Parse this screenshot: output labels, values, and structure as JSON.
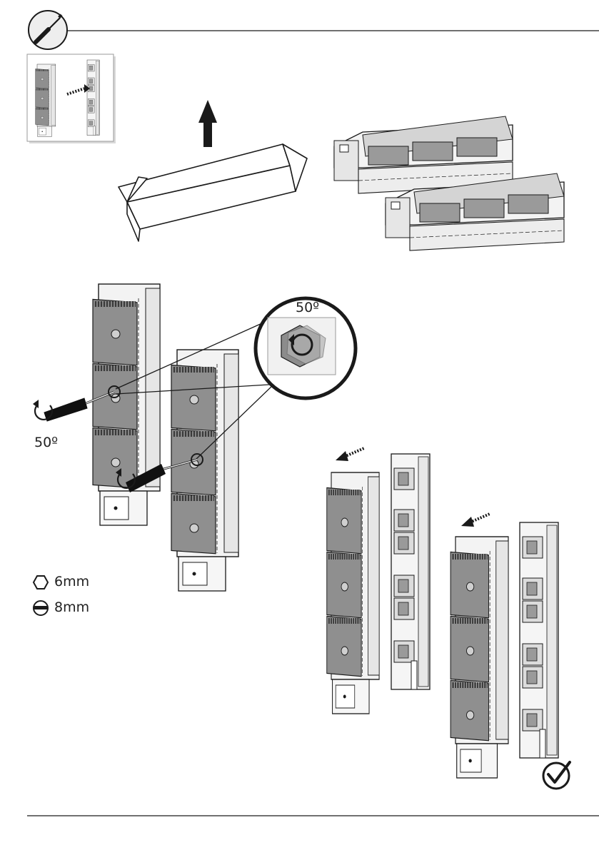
{
  "rotation_zoom_label": "50º",
  "rotation_handle_label": "50º",
  "tools": {
    "hex_size": "6mm",
    "slot_size": "8mm"
  },
  "icons": {
    "header_tool": "screwdriver-icon",
    "inset": "fuse-strip-assembly-thumbnail",
    "hex": "hex-key-icon",
    "slot": "slotted-screwdriver-icon",
    "check": "checkmark-icon"
  },
  "colors": {
    "line": "#1a1a1a",
    "device_gray": "#8a8a8a",
    "device_light": "#e4e4e4",
    "panel": "#f2f2f2"
  }
}
